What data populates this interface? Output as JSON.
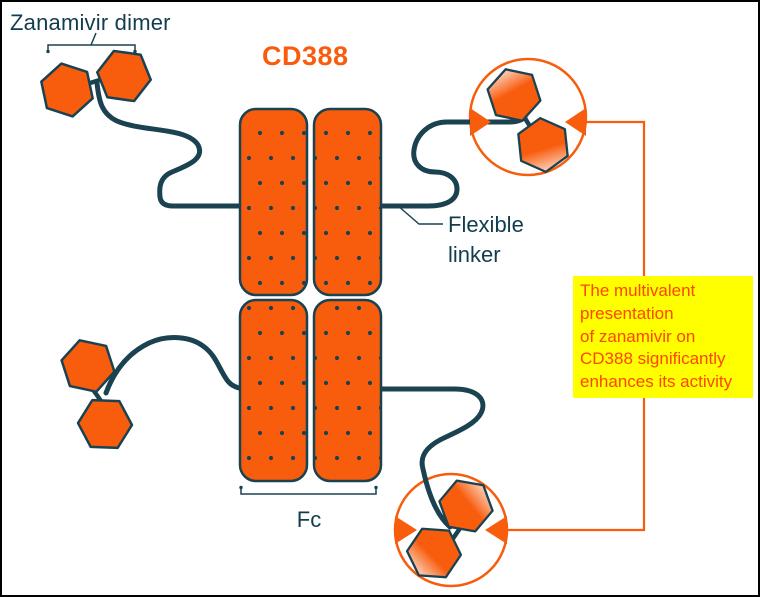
{
  "colors": {
    "orange": "#F85C0D",
    "navy": "#1A4250",
    "text_navy": "#123D4F",
    "yellow": "#FFFF00",
    "note_text": "#FF4500",
    "background": "#FFFFFF",
    "frame_border": "#000000"
  },
  "labels": {
    "zanamivir_dimer": "Zanamivir dimer",
    "title": "CD388",
    "flexible_linker": "Flexible linker",
    "fc": "Fc"
  },
  "note": {
    "lines": [
      "The multivalent",
      "presentation",
      "of zanamivir on",
      "CD388 significantly",
      "enhances its activity"
    ]
  }
}
